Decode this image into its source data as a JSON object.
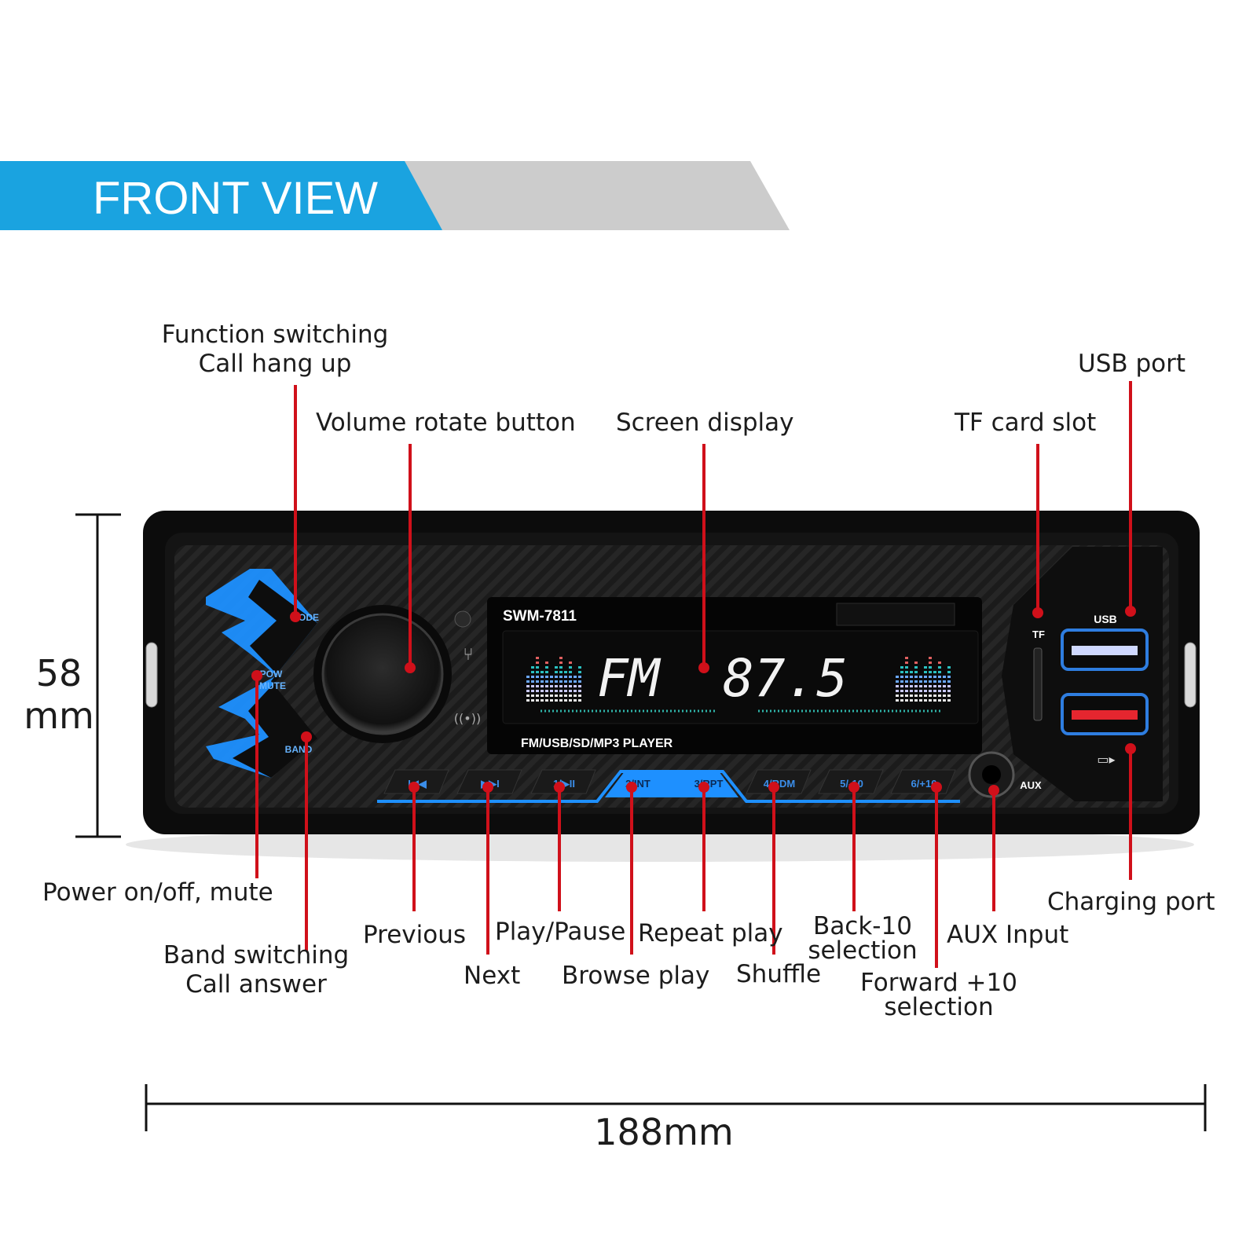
{
  "banner": {
    "title": "FRONT VIEW",
    "accent": "#1aa3e0",
    "gray": "#cccccc"
  },
  "device": {
    "model": "SWM-7811",
    "subtitle": "FM/USB/SD/MP3  PLAYER",
    "display_band": "FM",
    "display_freq": "87.5",
    "led_color": "#1e90ff",
    "buttons": {
      "mode": "MODE",
      "pow_mute_1": "POW",
      "pow_mute_2": "MUTE",
      "band": "BAND",
      "prev": "I◀◀",
      "next": "▶▶I",
      "play": "1/▶II",
      "int": "2/INT",
      "rpt": "3/RPT",
      "rdm": "4/RDM",
      "back10": "5/-10",
      "fwd10": "6/+10"
    },
    "tf": "TF",
    "usb": "USB",
    "aux": "AUX"
  },
  "callouts": {
    "function_switching": [
      "Function switching",
      "Call hang up"
    ],
    "volume": "Volume rotate button",
    "screen": "Screen display",
    "tf_slot": "TF card slot",
    "usb_port": "USB port",
    "power": "Power on/off, mute",
    "band": [
      "Band switching",
      "Call answer"
    ],
    "previous": "Previous",
    "next": "Next",
    "play_pause": "Play/Pause",
    "browse": "Browse play",
    "repeat": "Repeat play",
    "shuffle": "Shuffle",
    "back10": [
      "Back-10",
      "selection"
    ],
    "forward10": [
      "Forward +10",
      "selection"
    ],
    "aux": "AUX Input",
    "charging": "Charging port"
  },
  "dimensions": {
    "height_value": "58",
    "height_unit": "mm",
    "width": "188mm"
  },
  "colors": {
    "callout_line": "#d0101a"
  }
}
